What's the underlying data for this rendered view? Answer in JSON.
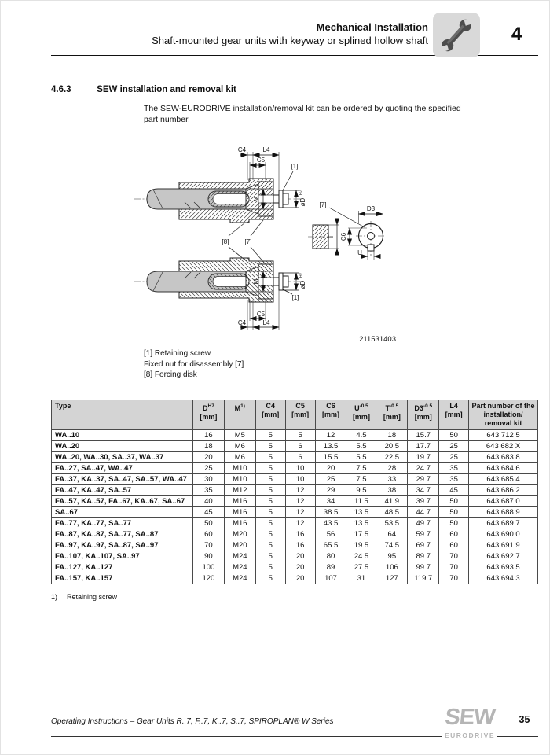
{
  "header": {
    "title": "Mechanical Installation",
    "subtitle": "Shaft-mounted gear units with keyway or splined hollow shaft",
    "chapter_number": "4"
  },
  "section": {
    "number": "4.6.3",
    "title": "SEW installation and removal kit"
  },
  "intro": "The SEW-EURODRIVE installation/removal kit can be ordered by quoting the specified part number.",
  "figure": {
    "number": "211531403",
    "labels": {
      "c4": "C4",
      "c5": "C5",
      "c6": "C6",
      "l4": "L4",
      "d3": "D3",
      "t": "T",
      "u": "U",
      "m": "M",
      "dia": "øD",
      "dia_sup": "H7",
      "ref1": "[1]",
      "ref7": "[7]",
      "ref8": "[8]"
    },
    "legend": [
      "[1] Retaining screw",
      "Fixed nut for disassembly [7]",
      "[8] Forcing disk"
    ]
  },
  "table": {
    "columns": [
      {
        "base": "Type",
        "sup": "",
        "unit": ""
      },
      {
        "base": "D",
        "sup": "H7",
        "unit": "[mm]"
      },
      {
        "base": "M",
        "sup": "1)",
        "unit": ""
      },
      {
        "base": "C4",
        "sup": "",
        "unit": "[mm]"
      },
      {
        "base": "C5",
        "sup": "",
        "unit": "[mm]"
      },
      {
        "base": "C6",
        "sup": "",
        "unit": "[mm]"
      },
      {
        "base": "U",
        "sup": "-0.5",
        "unit": "[mm]"
      },
      {
        "base": "T",
        "sup": "-0.5",
        "unit": "[mm]"
      },
      {
        "base": "D3",
        "sup": "-0.5",
        "unit": "[mm]"
      },
      {
        "base": "L4",
        "sup": "",
        "unit": "[mm]"
      },
      {
        "base": "Part number of the installation/ removal kit",
        "sup": "",
        "unit": ""
      }
    ],
    "rows": [
      [
        "WA..10",
        "16",
        "M5",
        "5",
        "5",
        "12",
        "4.5",
        "18",
        "15.7",
        "50",
        "643 712 5"
      ],
      [
        "WA..20",
        "18",
        "M6",
        "5",
        "6",
        "13.5",
        "5.5",
        "20.5",
        "17.7",
        "25",
        "643 682 X"
      ],
      [
        "WA..20, WA..30, SA..37, WA..37",
        "20",
        "M6",
        "5",
        "6",
        "15.5",
        "5.5",
        "22.5",
        "19.7",
        "25",
        "643 683 8"
      ],
      [
        "FA..27, SA..47, WA..47",
        "25",
        "M10",
        "5",
        "10",
        "20",
        "7.5",
        "28",
        "24.7",
        "35",
        "643 684 6"
      ],
      [
        "FA..37, KA..37, SA..47, SA..57, WA..47",
        "30",
        "M10",
        "5",
        "10",
        "25",
        "7.5",
        "33",
        "29.7",
        "35",
        "643 685 4"
      ],
      [
        "FA..47, KA..47, SA..57",
        "35",
        "M12",
        "5",
        "12",
        "29",
        "9.5",
        "38",
        "34.7",
        "45",
        "643 686 2"
      ],
      [
        "FA..57, KA..57, FA..67, KA..67, SA..67",
        "40",
        "M16",
        "5",
        "12",
        "34",
        "11.5",
        "41.9",
        "39.7",
        "50",
        "643 687 0"
      ],
      [
        "SA..67",
        "45",
        "M16",
        "5",
        "12",
        "38.5",
        "13.5",
        "48.5",
        "44.7",
        "50",
        "643 688 9"
      ],
      [
        "FA..77, KA..77, SA..77",
        "50",
        "M16",
        "5",
        "12",
        "43.5",
        "13.5",
        "53.5",
        "49.7",
        "50",
        "643 689 7"
      ],
      [
        "FA..87, KA..87, SA..77, SA..87",
        "60",
        "M20",
        "5",
        "16",
        "56",
        "17.5",
        "64",
        "59.7",
        "60",
        "643 690 0"
      ],
      [
        "FA..97, KA..97, SA..87, SA..97",
        "70",
        "M20",
        "5",
        "16",
        "65.5",
        "19.5",
        "74.5",
        "69.7",
        "60",
        "643 691 9"
      ],
      [
        "FA..107, KA..107, SA..97",
        "90",
        "M24",
        "5",
        "20",
        "80",
        "24.5",
        "95",
        "89.7",
        "70",
        "643 692 7"
      ],
      [
        "FA..127, KA..127",
        "100",
        "M24",
        "5",
        "20",
        "89",
        "27.5",
        "106",
        "99.7",
        "70",
        "643 693 5"
      ],
      [
        "FA..157, KA..157",
        "120",
        "M24",
        "5",
        "20",
        "107",
        "31",
        "127",
        "119.7",
        "70",
        "643 694 3"
      ]
    ]
  },
  "footnote": {
    "marker": "1)",
    "text": "Retaining screw"
  },
  "footer": {
    "text": "Operating Instructions – Gear Units R..7, F..7, K..7, S..7, SPIROPLAN® W Series",
    "logo_main": "SEW",
    "logo_sub": "EURODRIVE",
    "page_number": "35"
  }
}
